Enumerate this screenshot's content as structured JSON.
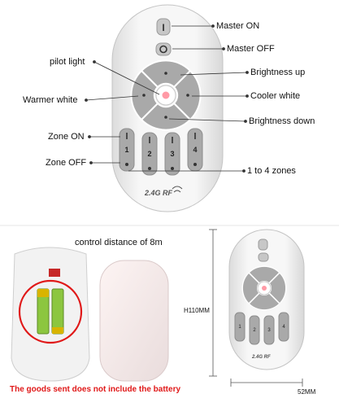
{
  "callouts": {
    "master_on": "Master  ON",
    "master_off": "Master OFF",
    "pilot_light": "pilot light",
    "brightness_up": "Brightness up",
    "warmer_white": "Warmer white",
    "cooler_white": "Cooler white",
    "brightness_down": "Brightness down",
    "zone_on": "Zone ON",
    "zone_off": "Zone  OFF",
    "zones": "1 to 4 zones"
  },
  "remote": {
    "zone_numbers": [
      "1",
      "2",
      "3",
      "4"
    ],
    "brand_text": "2.4G RF",
    "power_on_symbol": "I"
  },
  "bottom": {
    "control_distance": "control distance of 8m",
    "height_label": "H110MM",
    "width_label": "52MM",
    "battery_notice": "The goods sent does not include the battery"
  },
  "colors": {
    "body": "#f3f3f3",
    "key": "#a6a6a6",
    "key_light": "#cfcfcf",
    "warning": "#e01818",
    "battery_green": "#8cc63f",
    "battery_gold": "#d8b400"
  }
}
